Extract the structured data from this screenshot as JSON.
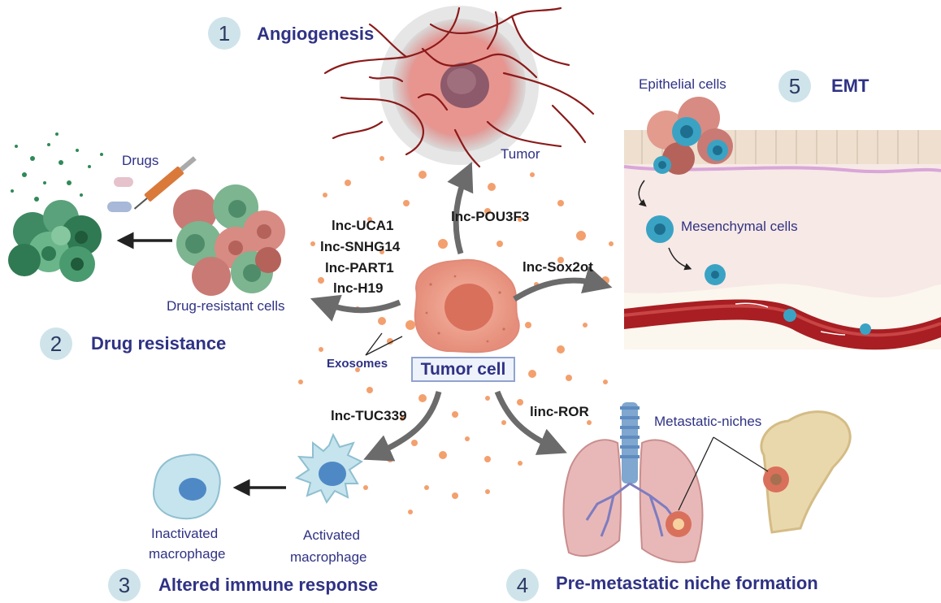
{
  "sections": [
    {
      "num": "1",
      "title": "Angiogenesis"
    },
    {
      "num": "2",
      "title": "Drug resistance"
    },
    {
      "num": "3",
      "title": "Altered immune response"
    },
    {
      "num": "4",
      "title": "Pre-metastatic niche formation"
    },
    {
      "num": "5",
      "title": "EMT"
    }
  ],
  "center": {
    "label": "Tumor cell",
    "exosomes": "Exosomes"
  },
  "lncrnas": {
    "pou3f3": "lnc-POU3F3",
    "uca1": "lnc-UCA1",
    "snhg14": "lnc-SNHG14",
    "part1": "lnc-PART1",
    "h19": "lnc-H19",
    "sox2ot": "lnc-Sox2ot",
    "tuc339": "lnc-TUC339",
    "ror": "linc-ROR"
  },
  "labels": {
    "tumor": "Tumor",
    "drugs": "Drugs",
    "drug_resistant": "Drug-resistant cells",
    "epithelial": "Epithelial cells",
    "mesenchymal": "Mesenchymal cells",
    "metastatic_niches": "Metastatic-niches",
    "inactivated_1": "Inactivated",
    "inactivated_2": "macrophage",
    "activated_1": "Activated",
    "activated_2": "macrophage"
  },
  "colors": {
    "section_title": "#2f3284",
    "number_badge": "#cfe3ea",
    "tumor_cell": "#ee9c88",
    "exosome": "#f3a06e",
    "vessel": "#8b1a1a",
    "arrow": "#6b6b6b"
  }
}
